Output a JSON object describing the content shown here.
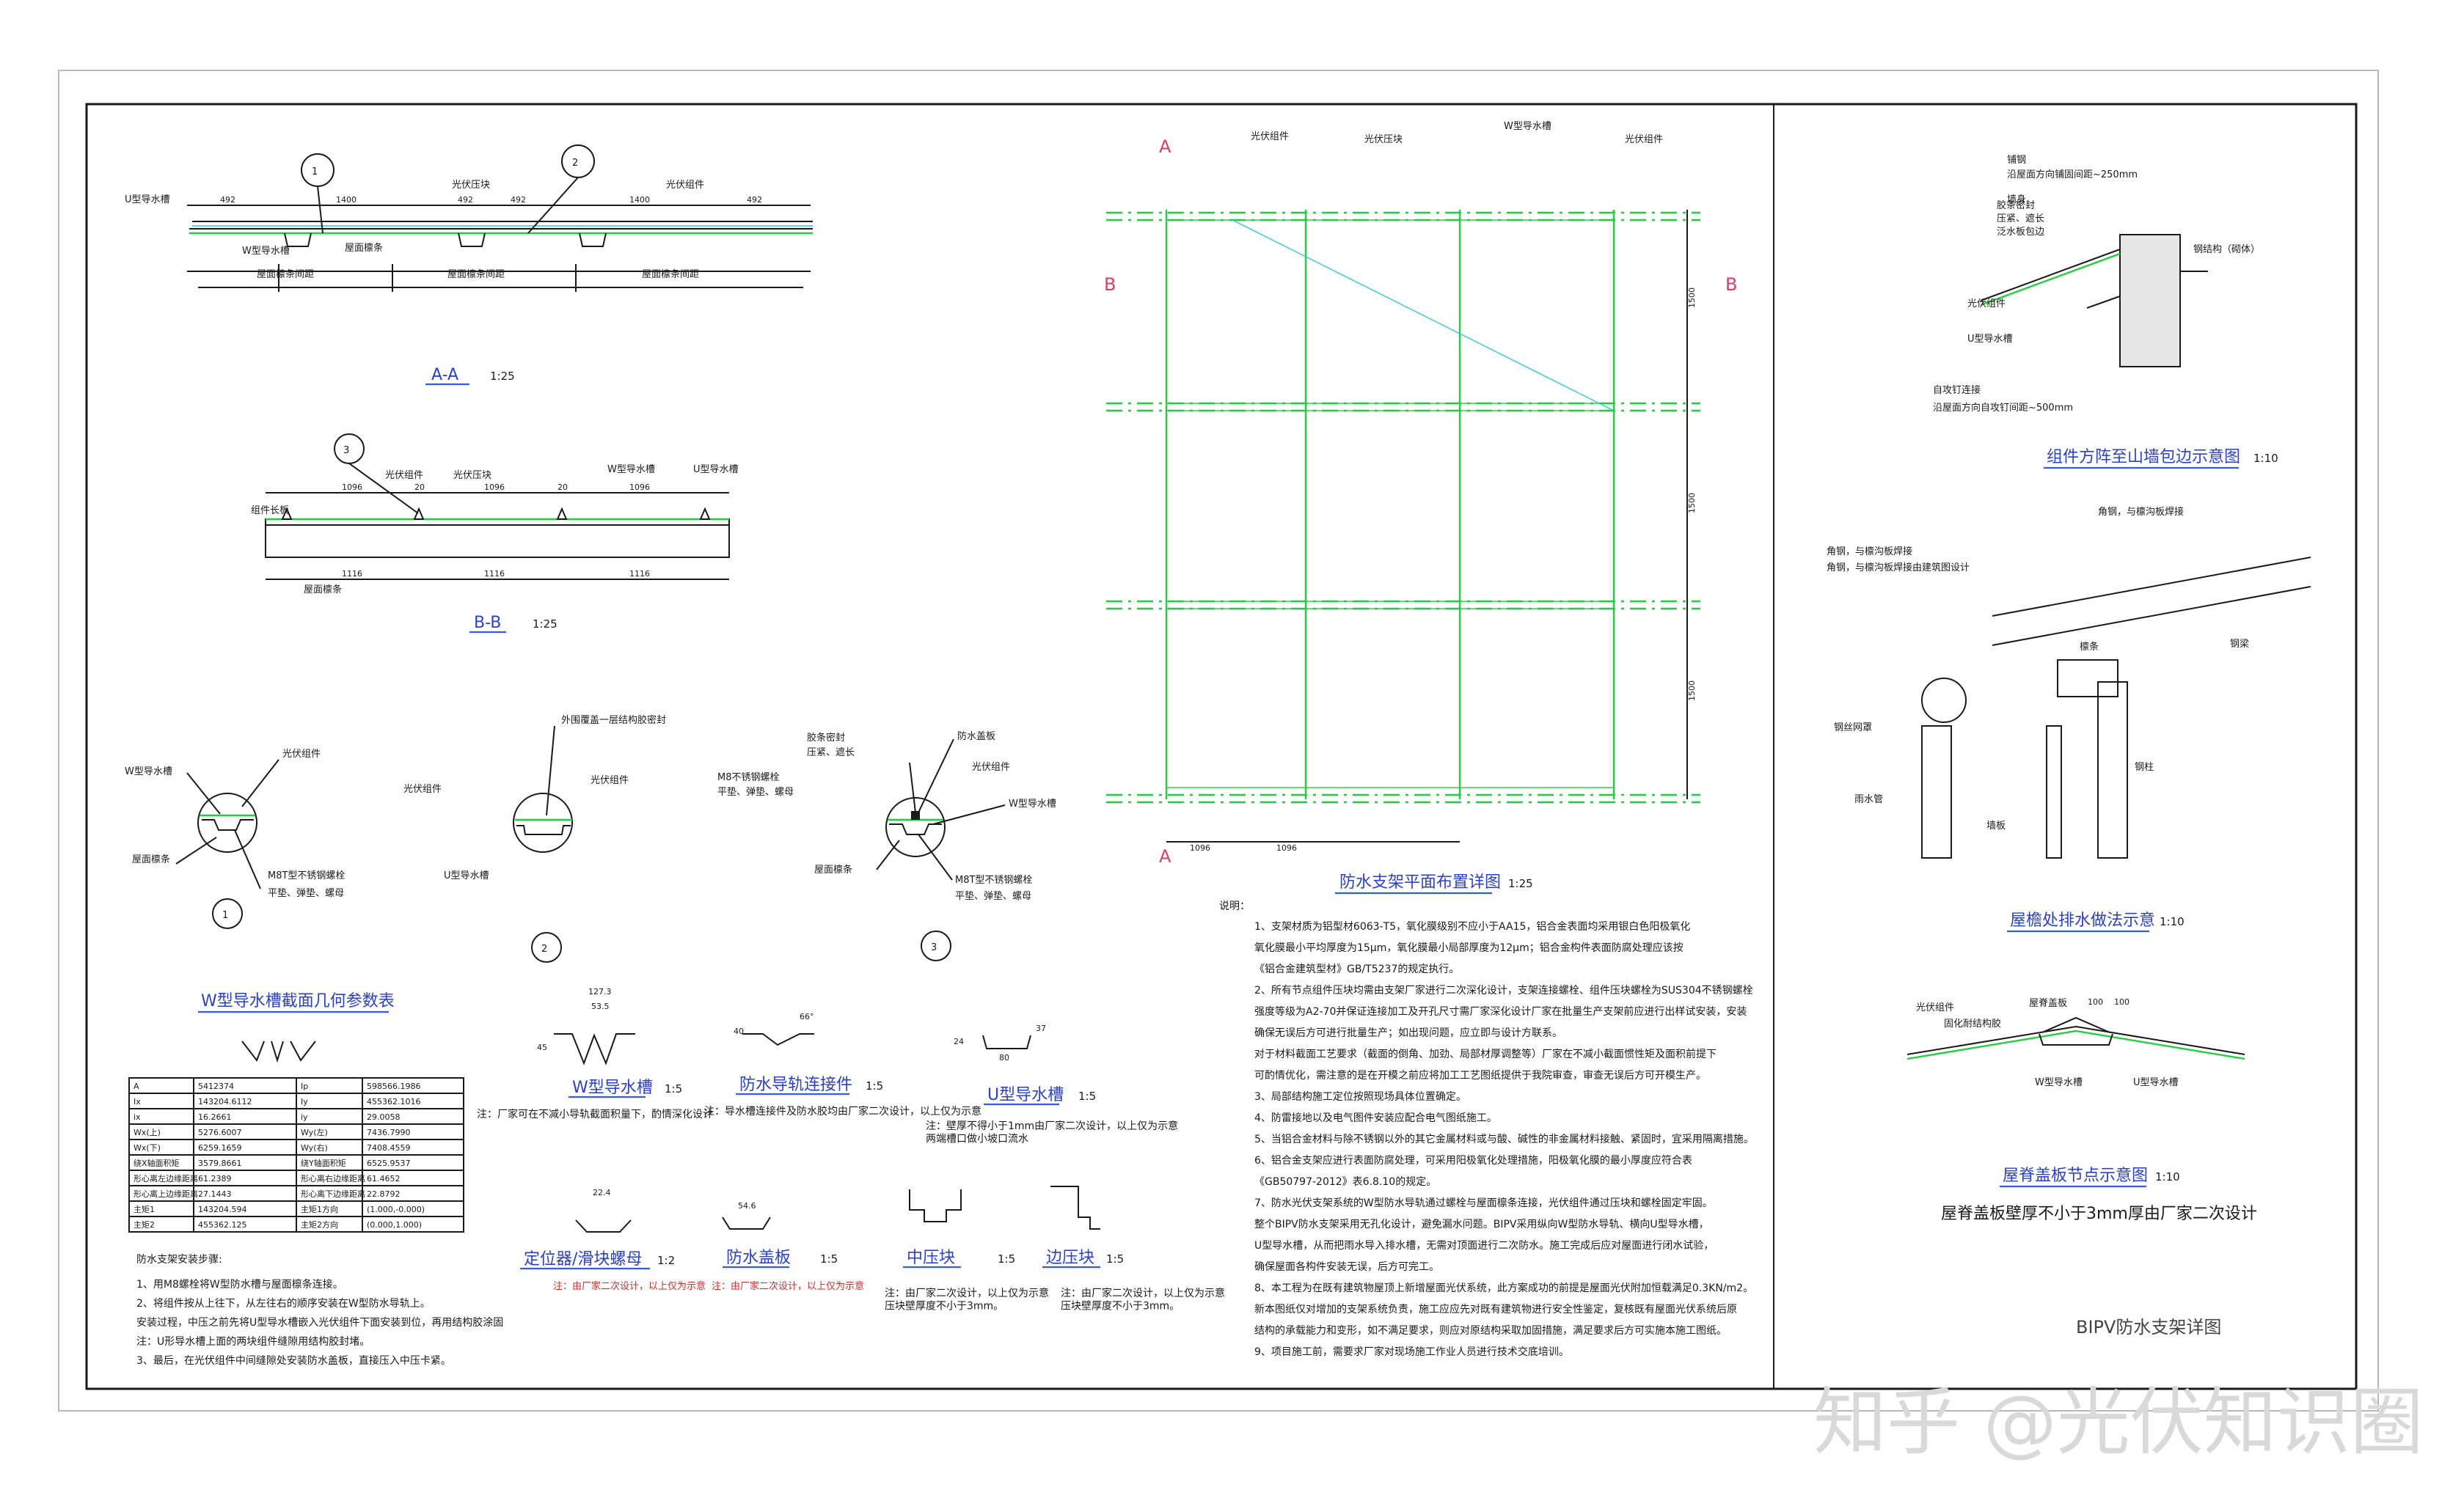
{
  "drawing": {
    "section_aa": {
      "title": "A-A",
      "scale": "1:25",
      "labels": [
        "U型导水槽",
        "光伏压块",
        "光伏组件",
        "W型导水槽",
        "屋面檩条"
      ],
      "dims": [
        "492",
        "1400",
        "492",
        "492",
        "1400",
        "492"
      ],
      "spacing": [
        "屋面檩条间距",
        "屋面檩条间距",
        "屋面檩条间距"
      ],
      "markers": [
        "1",
        "2"
      ]
    },
    "section_bb": {
      "title": "B-B",
      "scale": "1:25",
      "labels": [
        "光伏组件",
        "光伏压块",
        "W型导水槽",
        "U型导水槽",
        "组件长板",
        "屋面檩条"
      ],
      "dims_top": [
        "1096",
        "20",
        "1096",
        "20",
        "1096"
      ],
      "dims_bottom": [
        "1116",
        "1116",
        "1116"
      ],
      "marker": "3"
    },
    "detail_1": {
      "marker": "1",
      "labels": [
        "W型导水槽",
        "光伏组件",
        "屋面檩条",
        "M8T型不锈钢螺栓",
        "平垫、弹垫、螺母"
      ]
    },
    "detail_2": {
      "marker": "2",
      "labels": [
        "外围覆盖一层结构胶密封",
        "光伏组件",
        "光伏组件",
        "U型导水槽"
      ]
    },
    "detail_3": {
      "marker": "3",
      "labels": [
        "防水盖板",
        "胶条密封",
        "压紧、遮长",
        "光伏组件",
        "M8不锈钢螺栓",
        "平垫、弹垫、螺母",
        "W型导水槽",
        "屋面檩条",
        "M8T型不锈钢螺栓",
        "平垫、弹垫、螺母"
      ]
    },
    "param_table": {
      "title": "W型导水槽截面几何参数表",
      "rows": [
        [
          "A",
          "5412374",
          "Ip",
          "598566.1986"
        ],
        [
          "Ix",
          "143204.6112",
          "Iy",
          "455362.1016"
        ],
        [
          "ix",
          "16.2661",
          "iy",
          "29.0058"
        ],
        [
          "Wx(上)",
          "5276.6007",
          "Wy(左)",
          "7436.7990"
        ],
        [
          "Wx(下)",
          "6259.1659",
          "Wy(右)",
          "7408.4559"
        ],
        [
          "绕X轴面积矩",
          "3579.8661",
          "绕Y轴面积矩",
          "6525.9537"
        ],
        [
          "形心离左边缘距离",
          "61.2389",
          "形心离右边缘距离",
          "61.4652"
        ],
        [
          "形心离上边缘距离",
          "27.1443",
          "形心离下边缘距离",
          "22.8792"
        ],
        [
          "主矩1",
          "143204.594",
          "主矩1方向",
          "(1.000,-0.000)"
        ],
        [
          "主矩2",
          "455362.125",
          "主矩2方向",
          "(0.000,1.000)"
        ]
      ]
    },
    "install_steps": {
      "heading": "防水支架安装步骤:",
      "items": [
        "1、用M8螺栓将W型防水槽与屋面檩条连接。",
        "2、将组件按从上往下，从左往右的顺序安装在W型防水导轨上。",
        "   安装过程，中压之前先将U型导水槽嵌入光伏组件下面安装到位，再用结构胶涂固",
        "   注：U形导水槽上面的两块组件缝隙用结构胶封堵。",
        "3、最后，在光伏组件中间缝隙处安装防水盖板，直接压入中压卡紧。"
      ]
    },
    "profiles": [
      {
        "name": "W型导水槽",
        "scale": "1:5",
        "note": "注：厂家可在不减小导轨截面积量下，酌情深化设计",
        "dims": [
          "127.3",
          "53.5",
          "45"
        ]
      },
      {
        "name": "防水导轨连接件",
        "scale": "1:5",
        "note": "注：导水槽连接件及防水胶均由厂家二次设计，以上仅为示意",
        "dims": [
          "66°",
          "40"
        ]
      },
      {
        "name": "U型导水槽",
        "scale": "1:5",
        "note": "注：壁厚不得小于1mm由厂家二次设计，以上仅为示意\n两端槽口做小坡口流水",
        "dims": [
          "80",
          "24",
          "37"
        ]
      },
      {
        "name": "定位器/滑块螺母",
        "scale": "1:2",
        "note": "注：由厂家二次设计，以上仅为示意",
        "dims": [
          "22.4"
        ]
      },
      {
        "name": "防水盖板",
        "scale": "1:5",
        "note": "注：由厂家二次设计，以上仅为示意",
        "dims": [
          "54.6"
        ]
      },
      {
        "name": "中压块",
        "scale": "1:5",
        "note": "注：由厂家二次设计，以上仅为示意\n压块壁厚度不小于3mm。"
      },
      {
        "name": "边压块",
        "scale": "1:5",
        "note": "注：由厂家二次设计，以上仅为示意\n压块壁厚度不小于3mm。"
      }
    ],
    "plan": {
      "title": "防水支架平面布置详图",
      "scale": "1:25",
      "labels": [
        "光伏组件",
        "光伏压块",
        "W型导水槽",
        "光伏组件"
      ],
      "dims_right": [
        "1500",
        "1500",
        "1500"
      ],
      "dims_bottom": [
        "1096",
        "1096"
      ],
      "cut_labels": [
        "A",
        "A",
        "B",
        "B"
      ]
    },
    "notes": {
      "heading": "说明：",
      "items": [
        "1、支架材质为铝型材6063-T5，氧化膜级别不应小于AA15，铝合金表面均采用银白色阳极氧化",
        "   氧化膜最小平均厚度为15μm，氧化膜最小局部厚度为12μm；铝合金构件表面防腐处理应该按",
        "   《铝合金建筑型材》GB/T5237的规定执行。",
        "2、所有节点组件压块均需由支架厂家进行二次深化设计，支架连接螺栓、组件压块螺栓为SUS304不锈钢螺栓",
        "   强度等级为A2-70并保证连接加工及开孔尺寸需厂家深化设计厂家在批量生产支架前应进行出样试安装，安装",
        "   确保无误后方可进行批量生产；如出现问题，应立即与设计方联系。",
        "   对于材料截面工艺要求（截面的倒角、加劲、局部材厚调整等）厂家在不减小截面惯性矩及面积前提下",
        "   可酌情优化，需注意的是在开模之前应将加工工艺图纸提供于我院审查，审查无误后方可开模生产。",
        "3、局部结构施工定位按照现场具体位置确定。",
        "4、防雷接地以及电气图件安装应配合电气图纸施工。",
        "5、当铝合金材料与除不锈钢以外的其它金属材料或与酸、碱性的非金属材料接触、紧固时，宜采用隔离措施。",
        "6、铝合金支架应进行表面防腐处理，可采用阳极氧化处理措施，阳极氧化膜的最小厚度应符合表",
        "   《GB50797-2012》表6.8.10的规定。",
        "7、防水光伏支架系统的W型防水导轨通过螺栓与屋面檩条连接，光伏组件通过压块和螺栓固定牢固。",
        "   整个BIPV防水支架采用无孔化设计，避免漏水问题。BIPV采用纵向W型防水导轨、横向U型导水槽，",
        "   U型导水槽，从而把雨水导入排水槽，无需对顶面进行二次防水。施工完成后应对屋面进行闭水试验，",
        "   确保屋面各构件安装无误，后方可完工。",
        "8、本工程为在既有建筑物屋顶上新增屋面光伏系统，此方案成功的前提是屋面光伏附加恒载满足0.3KN/m2。",
        "   新本图纸仅对增加的支架系统负责，施工应应先对既有建筑物进行安全性鉴定，复核既有屋面光伏系统后原",
        "   结构的承载能力和变形，如不满足要求，则应对原结构采取加固措施，满足要求后方可实施本施工图纸。",
        "9、项目施工前，需要求厂家对现场施工作业人员进行技术交底培训。"
      ]
    },
    "gable_detail": {
      "title": "组件方阵至山墙包边示意图",
      "scale": "1:10",
      "labels": [
        "铺钢",
        "沿屋面方向铺固间距~250mm",
        "墙身",
        "胶条密封",
        "压紧、遮长",
        "泛水板包边",
        "光伏组件",
        "U型导水槽",
        "自攻钉连接",
        "沿屋面方向自攻钉间距~500mm",
        "钢结构（砌体）"
      ]
    },
    "eave_detail": {
      "title": "屋檐处排水做法示意",
      "scale": "1:10",
      "labels": [
        "角钢，与檩沟板焊接",
        "角钢，与檩沟板焊接由建筑图设计",
        "檩条",
        "钢梁",
        "钢丝网罩",
        "钢柱",
        "雨水管",
        "墙板"
      ]
    },
    "ridge_detail": {
      "title": "屋脊盖板节点示意图",
      "scale": "1:10",
      "labels": [
        "光伏组件",
        "固化耐结构胶",
        "屋脊盖板",
        "W型导水槽",
        "U型导水槽"
      ],
      "dims": [
        "100",
        "100"
      ],
      "note": "屋脊盖板壁厚不小于3mm厚由厂家二次设计"
    },
    "sheet_title": "BIPV防水支架详图",
    "watermark": "知乎 @光伏知识圈"
  }
}
